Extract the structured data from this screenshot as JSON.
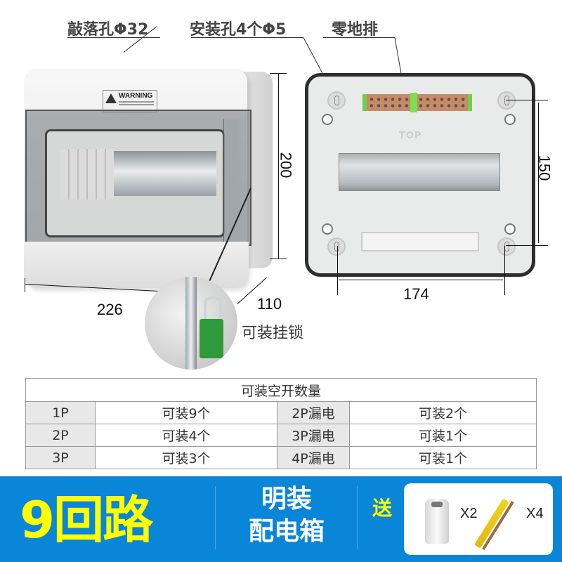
{
  "callouts": {
    "knockout": "敲落孔Φ32",
    "mount_holes": "安装孔4个Φ5",
    "neutral_bar": "零地排"
  },
  "dimensions": {
    "height": "200",
    "width": "226",
    "depth": "110",
    "hole_v": "150",
    "hole_h": "174"
  },
  "product_labels": {
    "warning": "WARNING",
    "top_mark": "TOP",
    "padlock": "可装挂锁"
  },
  "table": {
    "title": "可装空开数量",
    "rows": [
      {
        "type": "1P",
        "qty": "可装9个",
        "rcd": "2P漏电",
        "rcd_qty": "可装2个"
      },
      {
        "type": "2P",
        "qty": "可装4个",
        "rcd": "3P漏电",
        "rcd_qty": "可装1个"
      },
      {
        "type": "3P",
        "qty": "可装3个",
        "rcd": "4P漏电",
        "rcd_qty": "可装1个"
      }
    ]
  },
  "banner": {
    "circuits": "9回路",
    "mount_line1": "明装",
    "mount_line2": "配电箱",
    "gift_label": "送",
    "gift_items": [
      {
        "name": "cable-gland",
        "count": "X2"
      },
      {
        "name": "anchor-screw",
        "count": "X4"
      }
    ],
    "colors": {
      "background": "#0a86d8",
      "highlight": "#ffff00"
    }
  }
}
